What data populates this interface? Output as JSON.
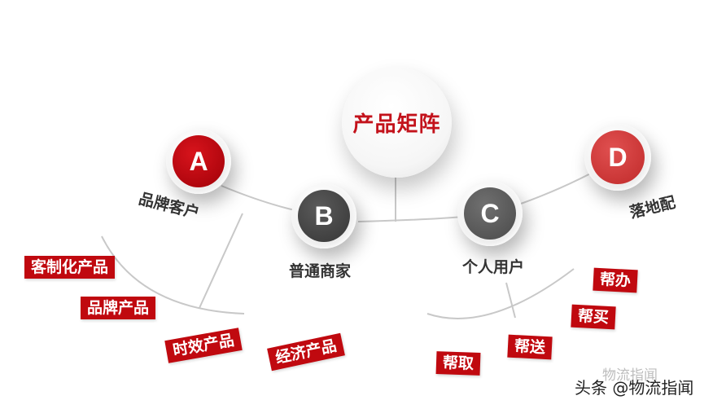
{
  "center": {
    "title": "产品矩阵"
  },
  "nodes": [
    {
      "letter": "A",
      "label": "品牌客户",
      "color": "#c0090f"
    },
    {
      "letter": "B",
      "label": "普通商家",
      "color": "#4a4a4a"
    },
    {
      "letter": "C",
      "label": "个人用户",
      "color": "#5c5c5c"
    },
    {
      "letter": "D",
      "label": "落地配",
      "color": "#d23a3a"
    }
  ],
  "products_a": [
    "客制化产品",
    "品牌产品",
    "时效产品",
    "经济产品"
  ],
  "products_c": [
    "帮办",
    "帮买",
    "帮送",
    "帮取"
  ],
  "watermark": {
    "text": "头条 @物流指闻",
    "ghost": "物流指闻"
  },
  "colors": {
    "accent": "#c0090f",
    "text": "#333333",
    "line": "#c8c8c8"
  }
}
